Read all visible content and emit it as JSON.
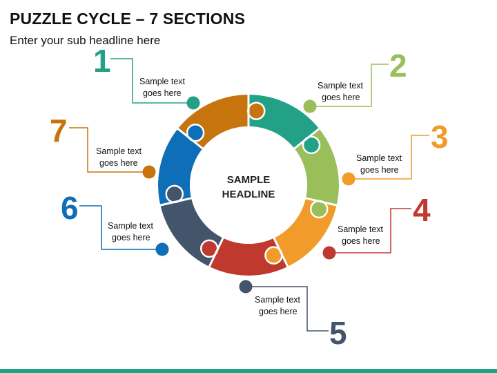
{
  "title": "PUZZLE CYCLE – 7 SECTIONS",
  "subtitle": "Enter your sub headline here",
  "center": {
    "line1": "SAMPLE",
    "line2": "HEADLINE"
  },
  "footer_color": "#1BA385",
  "sections": [
    {
      "number": "1",
      "color": "#22A187",
      "line1": "Sample text",
      "line2": "goes here"
    },
    {
      "number": "2",
      "color": "#9ABE5A",
      "line1": "Sample text",
      "line2": "goes here"
    },
    {
      "number": "3",
      "color": "#F19C2A",
      "line1": "Sample text",
      "line2": "goes here"
    },
    {
      "number": "4",
      "color": "#C0392F",
      "line1": "Sample text",
      "line2": "goes here"
    },
    {
      "number": "5",
      "color": "#44546A",
      "line1": "Sample text",
      "line2": "goes here"
    },
    {
      "number": "6",
      "color": "#0E6EB8",
      "line1": "Sample text",
      "line2": "goes here"
    },
    {
      "number": "7",
      "color": "#C8740E",
      "line1": "Sample text",
      "line2": "goes here"
    }
  ]
}
